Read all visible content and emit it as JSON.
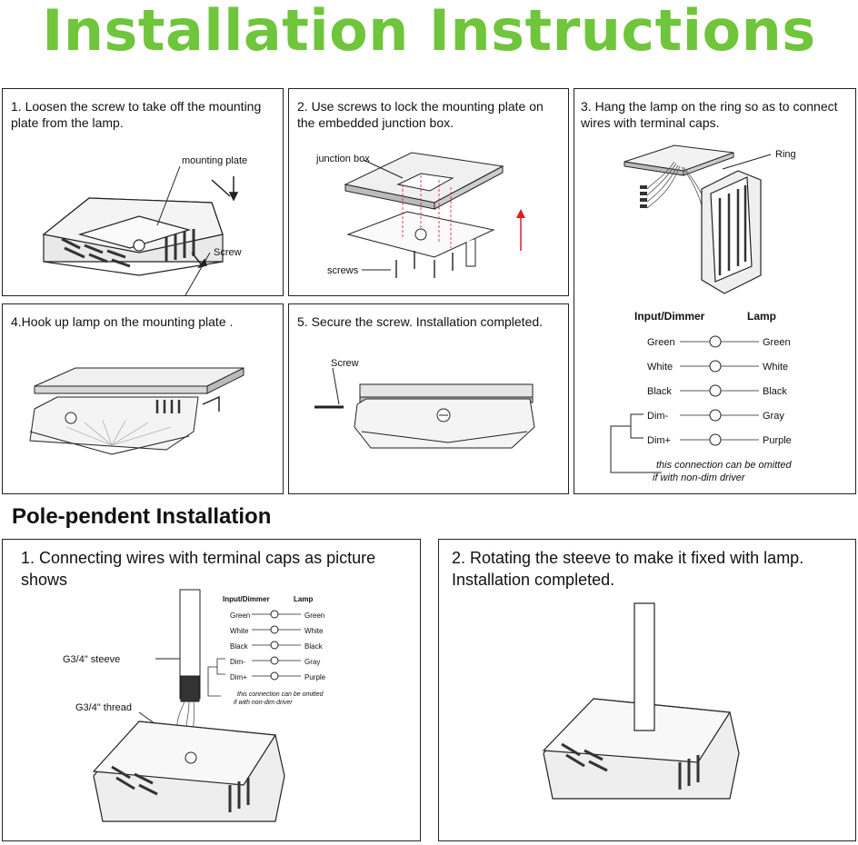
{
  "title": "Installation Instructions",
  "colors": {
    "title": "#6fc53b",
    "arrow_red": "#e01b24",
    "line": "#222222"
  },
  "steps": [
    {
      "text": "1. Loosen the screw to take off the mounting plate from the lamp.",
      "labels": {
        "mounting_plate": "mounting plate",
        "screw": "Screw"
      }
    },
    {
      "text": "2. Use screws to lock the mounting plate on the embedded junction box.",
      "labels": {
        "junction_box": "junction box",
        "screws": "screws"
      }
    },
    {
      "text": "3. Hang the lamp on the ring so as to connect wires with terminal caps.",
      "labels": {
        "ring": "Ring"
      }
    },
    {
      "text": "4.Hook up lamp on the mounting plate ."
    },
    {
      "text": "5. Secure the screw. Installation completed.",
      "labels": {
        "screw": "Screw"
      }
    }
  ],
  "wiring": {
    "header_left": "Input/Dimmer",
    "header_right": "Lamp",
    "rows": [
      {
        "left": "Green",
        "right": "Green"
      },
      {
        "left": "White",
        "right": "White"
      },
      {
        "left": "Black",
        "right": "Black"
      },
      {
        "left": "Dim-",
        "right": "Gray"
      },
      {
        "left": "Dim+",
        "right": "Purple"
      }
    ],
    "note_line1": "this connection can be omitted",
    "note_line2": "if with non-dim driver"
  },
  "pole": {
    "heading": "Pole-pendent Installation",
    "step1": "1. Connecting wires with terminal caps as picture shows",
    "step2": "2. Rotating the steeve to make it fixed with lamp. Installation completed.",
    "steeve_label": "G3/4\" steeve",
    "thread_label": "G3/4\" thread"
  }
}
